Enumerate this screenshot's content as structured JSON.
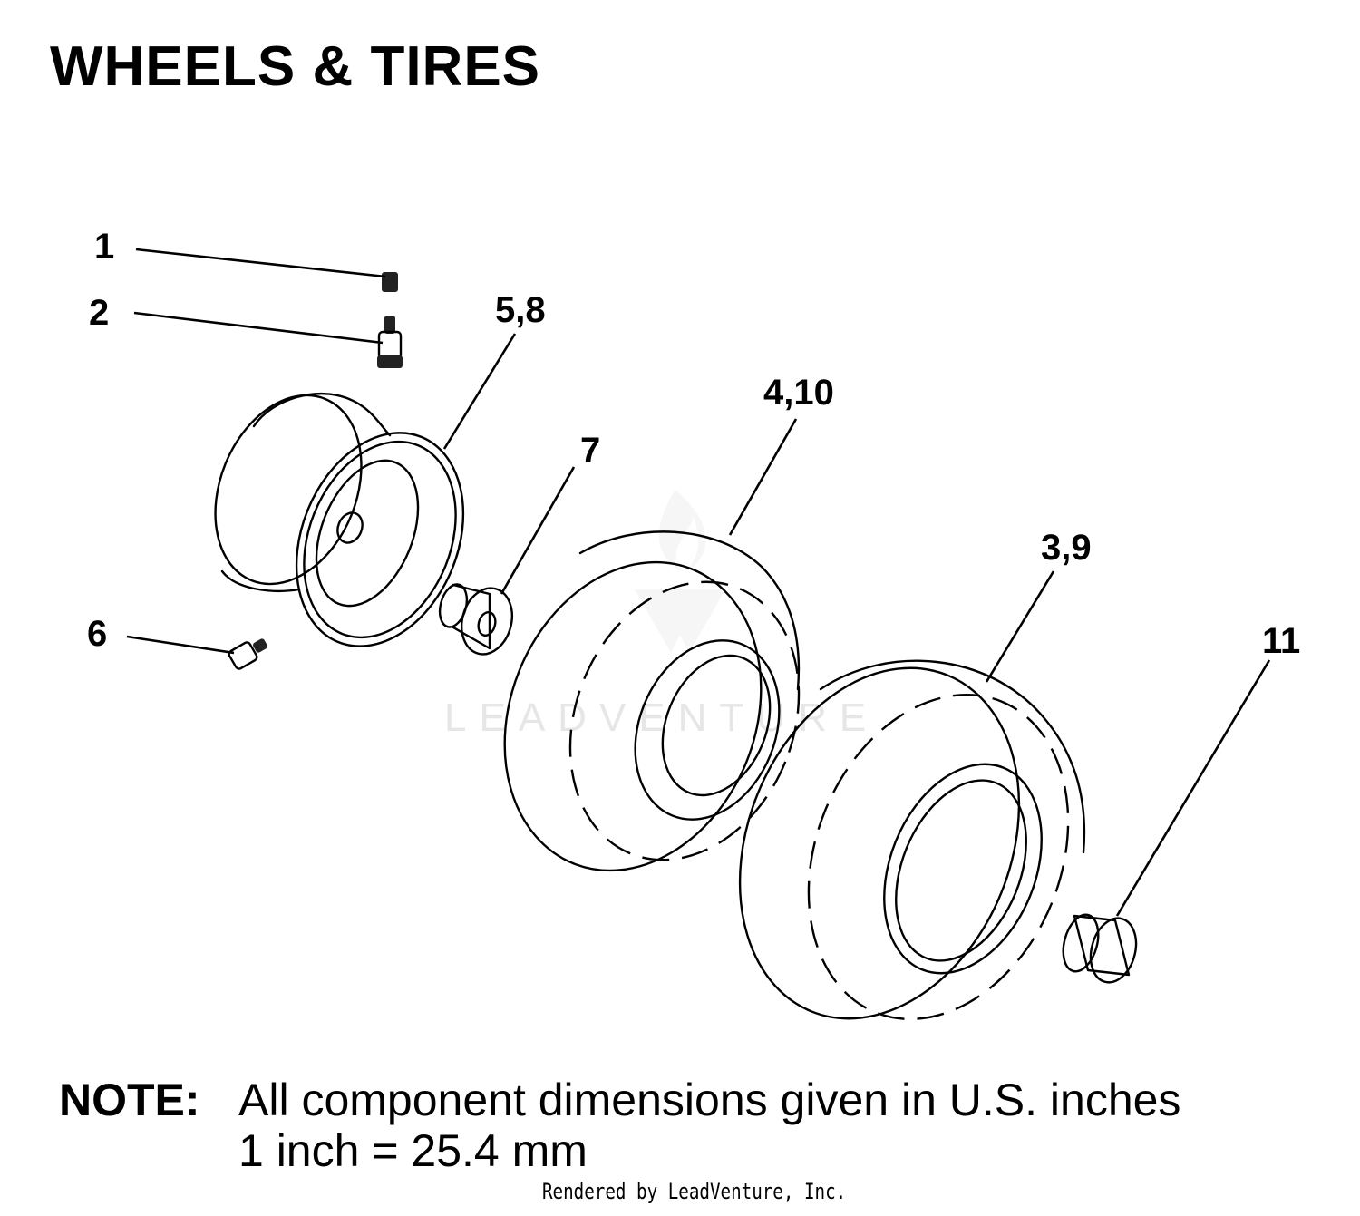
{
  "title": "WHEELS & TIRES",
  "callouts": [
    {
      "id": "c1",
      "label": "1"
    },
    {
      "id": "c2",
      "label": "2"
    },
    {
      "id": "c58",
      "label": "5,8"
    },
    {
      "id": "c410",
      "label": "4,10"
    },
    {
      "id": "c7",
      "label": "7"
    },
    {
      "id": "c39",
      "label": "3,9"
    },
    {
      "id": "c6",
      "label": "6"
    },
    {
      "id": "c11",
      "label": "11"
    }
  ],
  "watermark": "LEADVENTURE",
  "note": {
    "label": "NOTE:",
    "line1": "All component dimensions given in U.S. inches",
    "line2": "1 inch = 25.4 mm"
  },
  "footer": "Rendered by LeadVenture, Inc."
}
